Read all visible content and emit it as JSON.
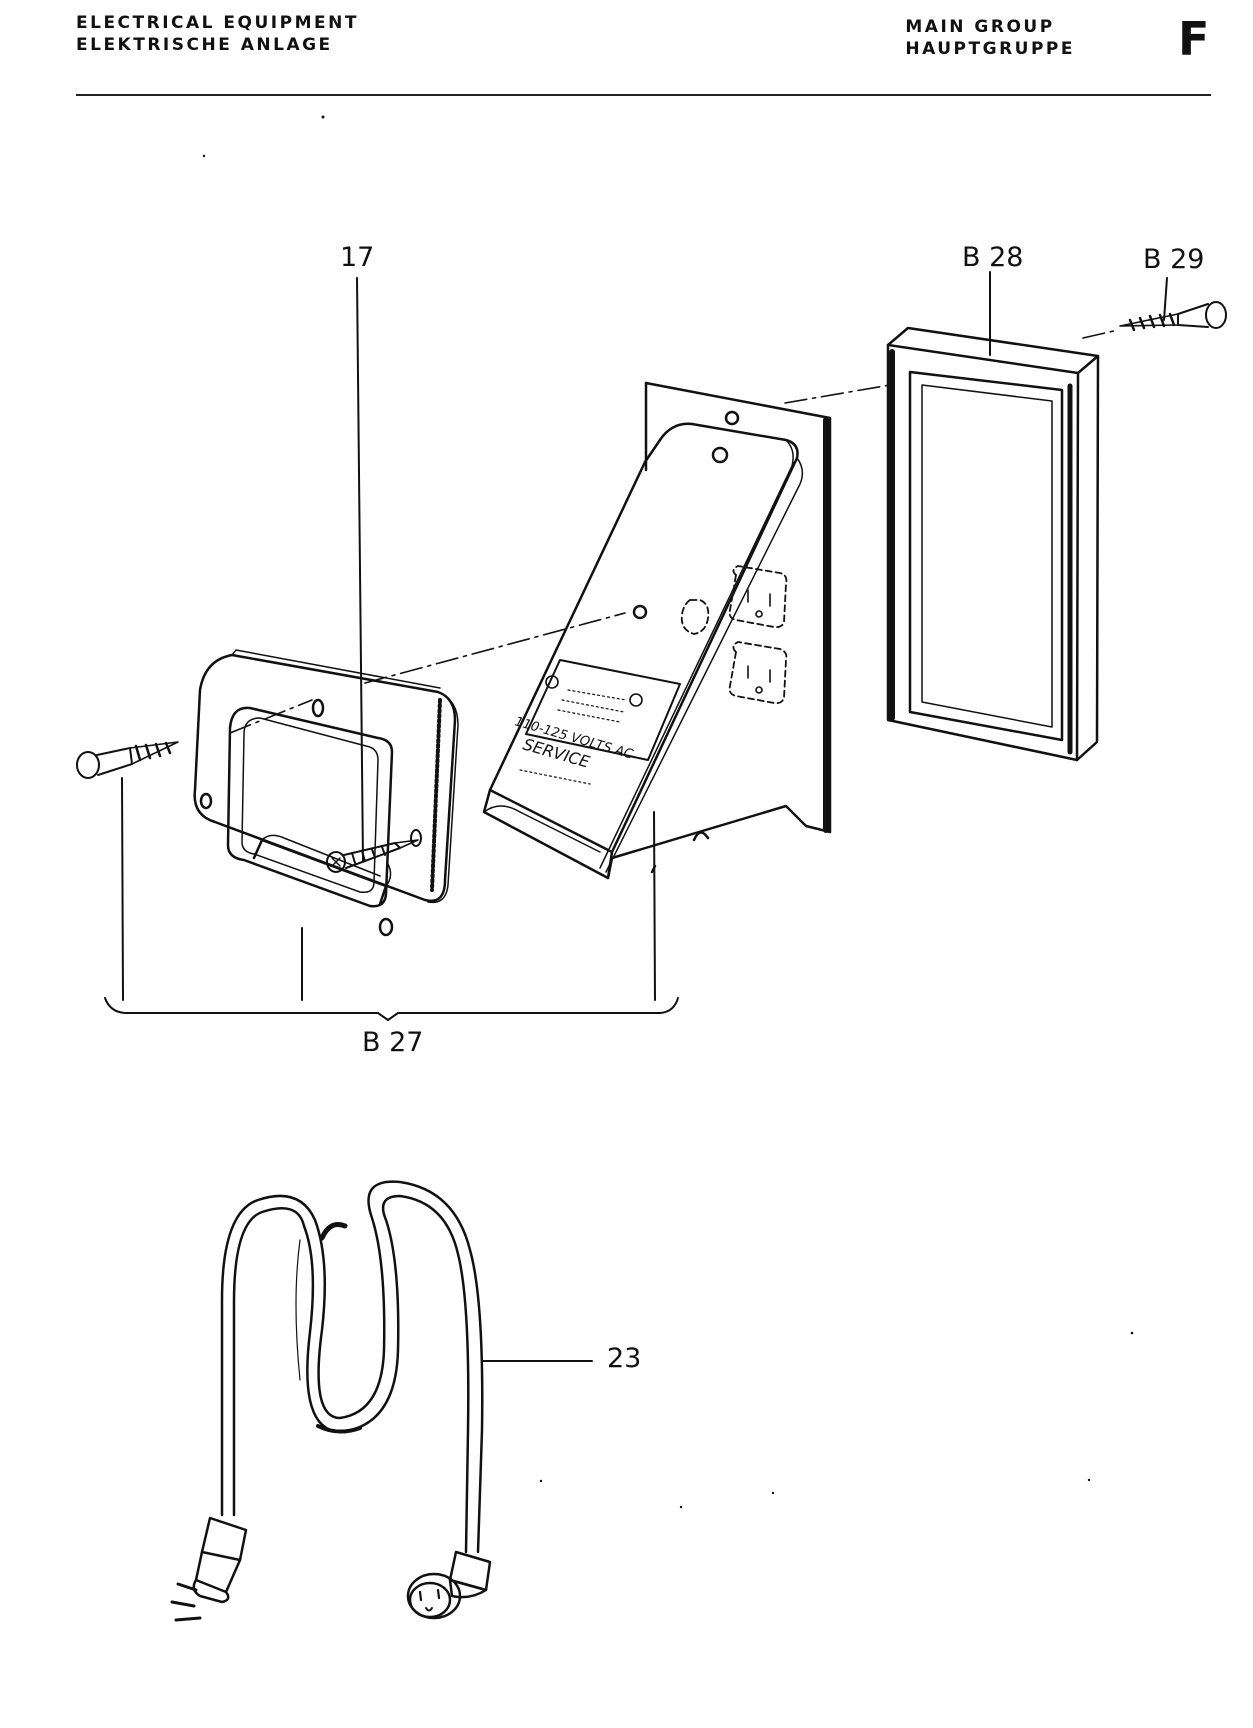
{
  "header": {
    "left_line1": "ELECTRICAL EQUIPMENT",
    "left_line2": "ELEKTRISCHE ANLAGE",
    "right_line1": "MAIN GROUP",
    "right_line2": "HAUPTGRUPPE",
    "group_letter": "F"
  },
  "callouts": {
    "part_17": "17",
    "part_b28": "B 28",
    "part_b29": "B 29",
    "part_b27": "B 27",
    "part_23": "23"
  },
  "box_label": {
    "line1": "110-125 VOLTS AC",
    "line2": "SERVICE"
  }
}
